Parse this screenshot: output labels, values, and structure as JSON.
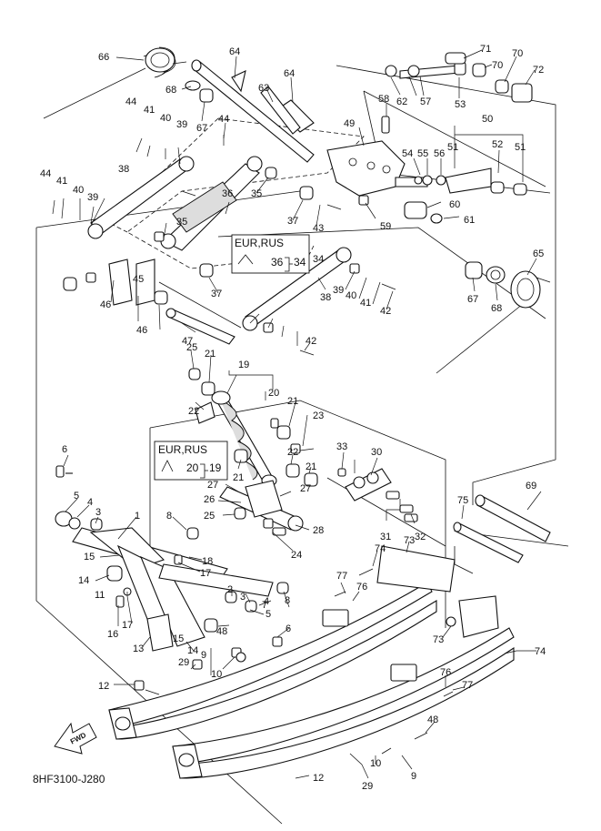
{
  "diagram": {
    "drawing_code": "8HF3100-J280",
    "fwd_label": "FWD",
    "boxes": [
      {
        "region": "EUR,RUS",
        "ref_a": "36",
        "ref_b": "34"
      },
      {
        "region": "EUR,RUS",
        "ref_a": "20",
        "ref_b": "19"
      }
    ],
    "callouts": [
      "1",
      "2",
      "3",
      "3",
      "4",
      "4",
      "5",
      "5",
      "6",
      "6",
      "7",
      "8",
      "8",
      "9",
      "9",
      "10",
      "10",
      "11",
      "12",
      "12",
      "13",
      "14",
      "14",
      "15",
      "15",
      "16",
      "17",
      "17",
      "18",
      "19",
      "20",
      "21",
      "21",
      "21",
      "21",
      "22",
      "22",
      "23",
      "24",
      "25",
      "25",
      "26",
      "27",
      "27",
      "28",
      "29",
      "29",
      "30",
      "31",
      "32",
      "33",
      "34",
      "35",
      "35",
      "36",
      "37",
      "37",
      "38",
      "38",
      "39",
      "39",
      "39",
      "40",
      "40",
      "40",
      "41",
      "41",
      "41",
      "42",
      "42",
      "43",
      "44",
      "44",
      "44",
      "45",
      "46",
      "46",
      "47",
      "48",
      "48",
      "49",
      "50",
      "51",
      "51",
      "52",
      "53",
      "54",
      "55",
      "56",
      "57",
      "58",
      "59",
      "60",
      "61",
      "62",
      "63",
      "64",
      "64",
      "65",
      "66",
      "67",
      "67",
      "68",
      "68",
      "69",
      "70",
      "70",
      "71",
      "72",
      "73",
      "73",
      "74",
      "74",
      "75",
      "76",
      "76",
      "77",
      "77"
    ]
  }
}
